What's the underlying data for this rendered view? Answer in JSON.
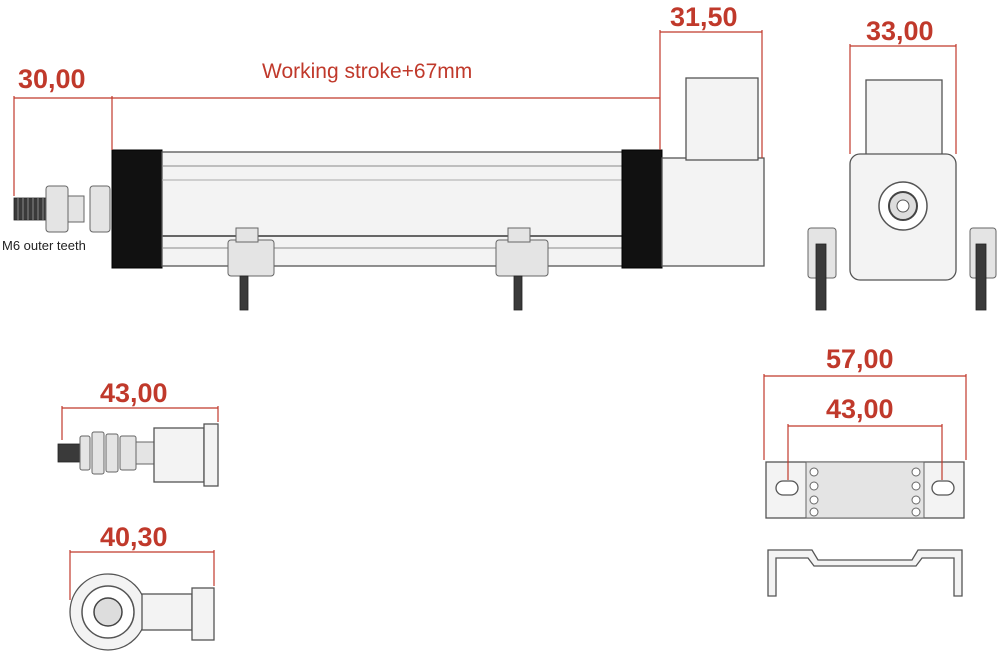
{
  "colors": {
    "dimension": "#c0392b",
    "outline": "#555555",
    "rubber": "#111111"
  },
  "dimensions": {
    "rod_end": "30,00",
    "stroke": "Working stroke+67mm",
    "end_block": "31,50",
    "side_width": "33,00",
    "bracket_outer": "57,00",
    "bracket_holes": "43,00",
    "clevis_length": "43,00",
    "eye_length": "40,30"
  },
  "labels": {
    "thread": "M6 outer teeth"
  }
}
